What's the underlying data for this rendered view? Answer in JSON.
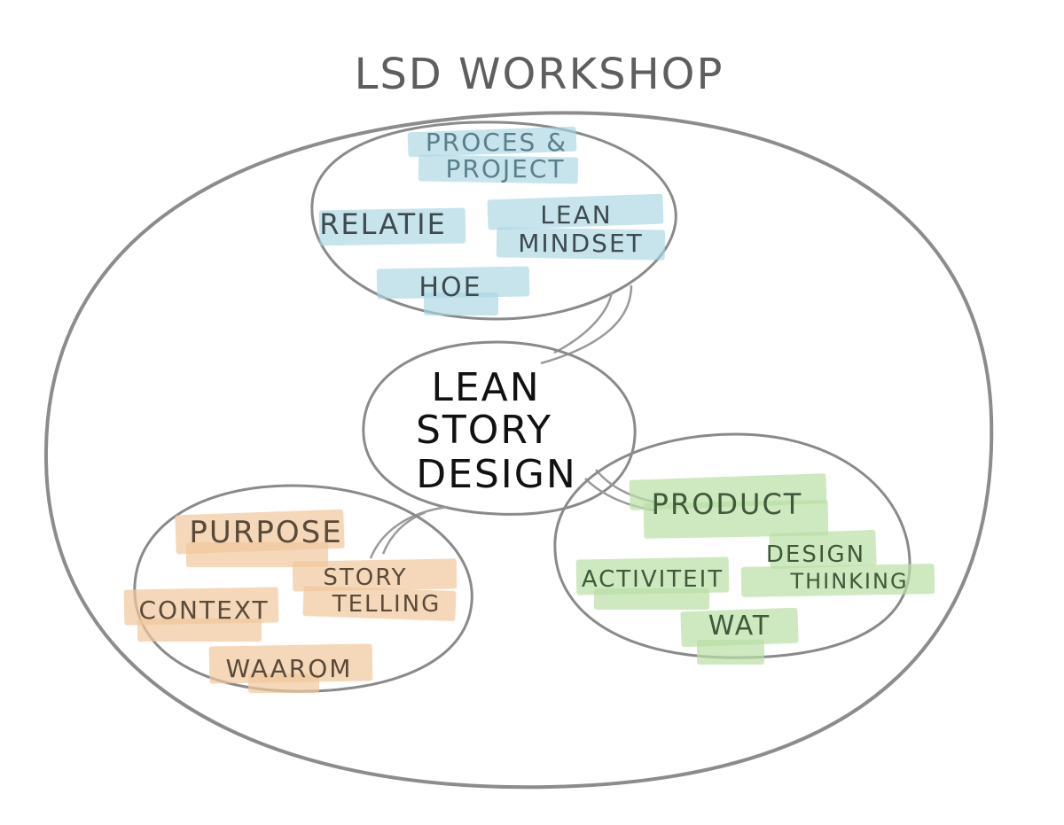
{
  "title": "LSD WORKSHOP",
  "center": {
    "lines": [
      "LEAN",
      "STORY",
      "DESIGN"
    ]
  },
  "clusters": {
    "top": {
      "color": "#a9d6e3",
      "text_color": "#5a7f8c",
      "labels": {
        "proces": [
          "PROCES &",
          "PROJECT"
        ],
        "relatie": "RELATIE",
        "lean_mindset": [
          "LEAN",
          "MINDSET"
        ],
        "hoe": "HOE"
      }
    },
    "left": {
      "color": "#f1c79b",
      "text_color": "#5a4a3a",
      "labels": {
        "purpose": "PURPOSE",
        "context": "CONTEXT",
        "story_telling": [
          "STORY",
          "TELLING"
        ],
        "waarom": "WAAROM"
      }
    },
    "right": {
      "color": "#b9dea5",
      "text_color": "#3f5a3a",
      "labels": {
        "product": "PRODUCT",
        "activiteit": "ACTIVITEIT",
        "design_thinking": [
          "DESIGN",
          "THINKING"
        ],
        "wat": "WAT"
      }
    }
  }
}
